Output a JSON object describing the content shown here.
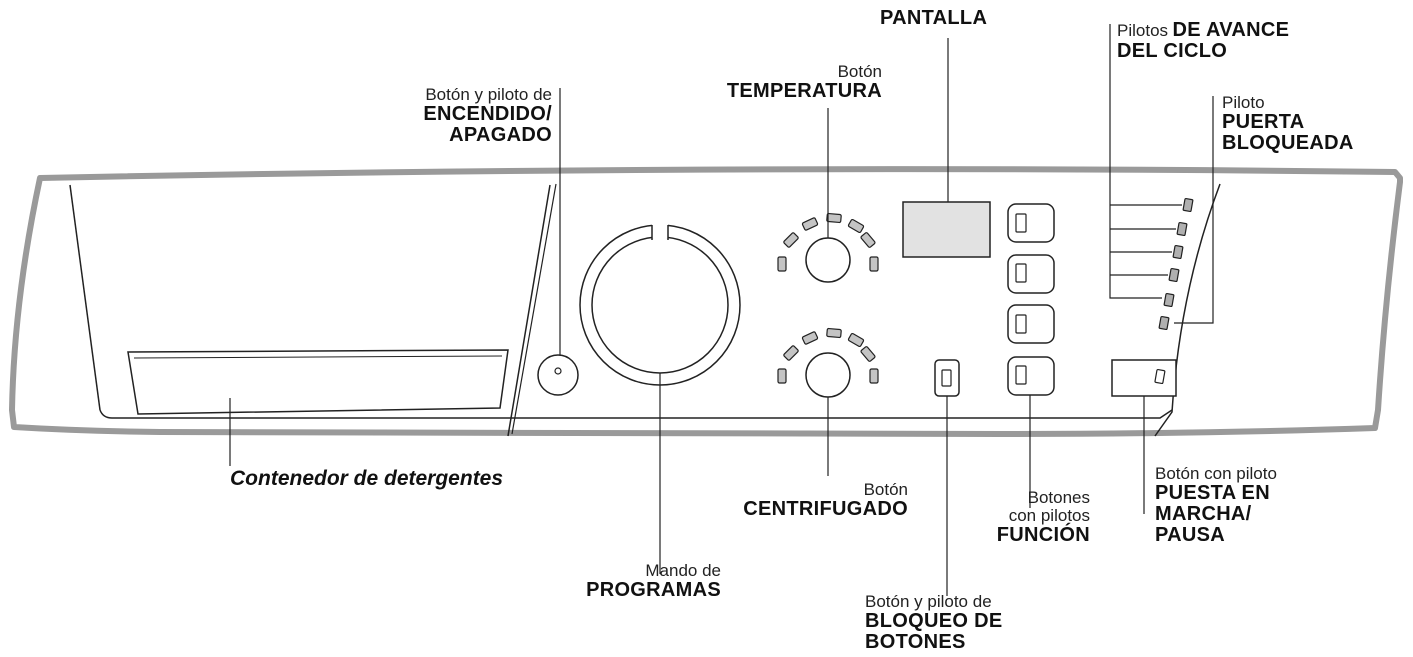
{
  "labels": {
    "pantalla": "PANTALLA",
    "pilotos_avance": {
      "light": "Pilotos",
      "bold1": "DE AVANCE",
      "bold2": "DEL CICLO"
    },
    "piloto_puerta": {
      "light": "Piloto",
      "bold1": "PUERTA",
      "bold2": "BLOQUEADA"
    },
    "temperatura": {
      "light": "Botón",
      "bold": "TEMPERATURA"
    },
    "encendido": {
      "light": "Botón y piloto de",
      "bold1": "ENCENDIDO/",
      "bold2": "APAGADO"
    },
    "detergentes": "Contenedor de detergentes",
    "centrifugado": {
      "light": "Botón",
      "bold": "CENTRIFUGADO"
    },
    "funcion": {
      "light1": "Botones",
      "light2": "con pilotos",
      "bold": "FUNCIÓN"
    },
    "puesta_marcha": {
      "light": "Botón con piloto",
      "bold1": "PUESTA EN",
      "bold2": "MARCHA/",
      "bold3": "PAUSA"
    },
    "programas": {
      "light": "Mando de",
      "bold": "PROGRAMAS"
    },
    "bloqueo": {
      "light": "Botón y piloto de",
      "bold1": "BLOQUEO DE",
      "bold2": "BOTONES"
    }
  },
  "colors": {
    "panel_outline": "#9a9a9a",
    "led_fill": "#b8b8b8",
    "display_fill": "#e2e2e2",
    "line": "#222222"
  }
}
